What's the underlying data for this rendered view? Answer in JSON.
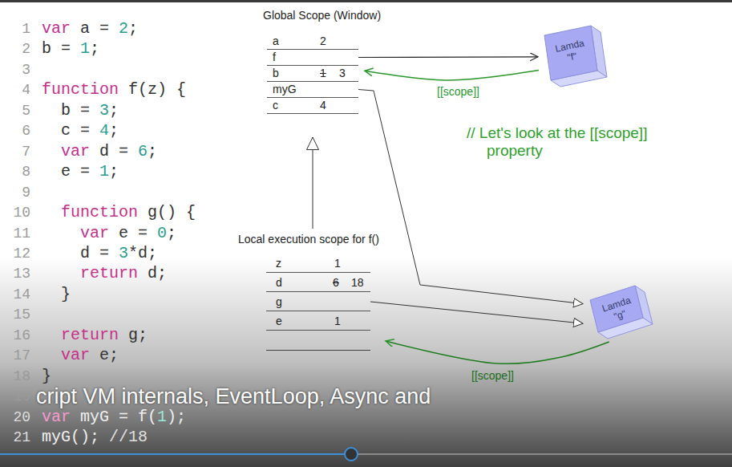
{
  "diagram": {
    "nodes": [
      {
        "text": [
          "Global Scope (Window)"
        ]
      },
      {
        "text": [
          "a",
          "2"
        ],
        "in": 0
      },
      {
        "text": [
          "f"
        ],
        "in": 0
      },
      {
        "text": [
          "b",
          "1",
          "3"
        ],
        "in": 0
      },
      {
        "text": [
          "myG"
        ],
        "in": 0
      },
      {
        "text": [
          "c",
          "4"
        ],
        "in": 0
      },
      {
        "text": [
          "Lamda \"f\""
        ]
      },
      {
        "text": [
          "Local execution scope for f()"
        ]
      },
      {
        "text": [
          "z",
          "1"
        ],
        "in": 7
      },
      {
        "text": [
          "d",
          "6",
          "18"
        ],
        "in": 7
      },
      {
        "text": [
          "g"
        ],
        "in": 7
      },
      {
        "text": [
          "e",
          "1"
        ],
        "in": 7
      },
      {
        "text": [
          "Lamda \"g\""
        ]
      }
    ],
    "edges": [
      {
        "from": 2,
        "to": 6,
        "arrow": "to"
      },
      {
        "from": 6,
        "to": 3,
        "label": "[[scope]]",
        "arrow": "to"
      },
      {
        "from": 4,
        "to": 12,
        "arrow": "to"
      },
      {
        "from": 10,
        "to": 12,
        "arrow": "to"
      },
      {
        "from": 12,
        "to": 7,
        "label": "[[scope]]",
        "arrow": "to"
      },
      {
        "from": 7,
        "to": 0,
        "arrow": "to"
      }
    ],
    "labels": [
      "1",
      "var a = 2;",
      "2",
      "b = 1;",
      "3",
      "4",
      "function f(z) {",
      "5",
      "b = 3;",
      "6",
      "c = 4;",
      "7",
      "var d = 6;",
      "8",
      "e = 1;",
      "9",
      "10",
      "function g() {",
      "11",
      "var e = 0;",
      "12",
      "d = 3*d;",
      "13",
      "return d;",
      "14",
      "}",
      "15",
      "16",
      "return g;",
      "17",
      "var e;",
      "18",
      "}",
      "19",
      "20",
      "var myG = f(1);",
      "21",
      "myG(); //18",
      "// Let's look at the [[scope]] property",
      "cript VM internals, EventLoop, Async and"
    ]
  }
}
